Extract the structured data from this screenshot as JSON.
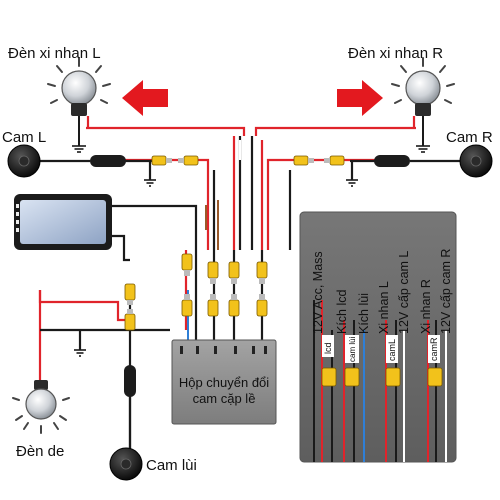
{
  "labels": {
    "left_signal": "Đèn xi nhan L",
    "right_signal": "Đèn xi nhan R",
    "cam_left": "Cam L",
    "cam_right": "Cam R",
    "reverse_light": "Đèn de",
    "reverse_cam": "Cam lùi",
    "box_line1": "Hộp chuyển đổi",
    "box_line2": "cam cặp lề"
  },
  "legend": {
    "columns": [
      {
        "label": "12V Acc, Mass",
        "tag": "lcd"
      },
      {
        "label": "Kích lcd",
        "tag": "cam lùi"
      },
      {
        "label": "Kích lùi",
        "tag": ""
      },
      {
        "label": "Xi nhan L",
        "tag": "camL"
      },
      {
        "label": "12V cấp cam L",
        "tag": ""
      },
      {
        "label": "Xi nhan R",
        "tag": "camR"
      },
      {
        "label": "12V cấp cam R",
        "tag": ""
      }
    ]
  },
  "colors": {
    "red_wire": "#e0242b",
    "black_wire": "#1a1a1a",
    "blue_wire": "#2f7fd6",
    "brown_wire": "#9a5a2a",
    "arrow_red": "#e3191f",
    "connector_yellow": "#f2c21b",
    "panel_gray": "#6f6f6f",
    "box_gray": "#909090"
  }
}
